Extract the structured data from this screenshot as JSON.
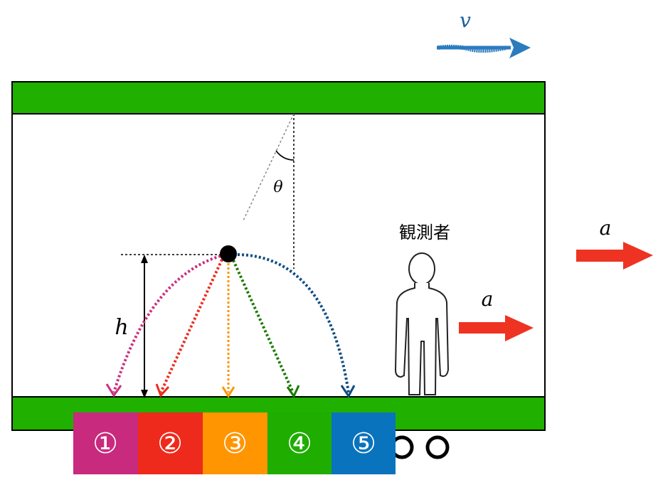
{
  "labels": {
    "velocity": "v",
    "accel_external": "a",
    "accel_internal": "a",
    "angle": "θ",
    "height": "h",
    "observer": "観測者"
  },
  "colors": {
    "rail": "#1fb000",
    "velocity_arrow": "#2b7bbf",
    "accel_arrow": "#ee3322",
    "label_blue": "#1a5f9a",
    "ball": "#000000"
  },
  "choices": [
    {
      "label": "①",
      "color": "#c82a7e"
    },
    {
      "label": "②",
      "color": "#ee2a1c"
    },
    {
      "label": "③",
      "color": "#ff9500"
    },
    {
      "label": "④",
      "color": "#1fad00"
    },
    {
      "label": "⑤",
      "color": "#0a73bd"
    }
  ],
  "trajectories": [
    {
      "id": "1",
      "color": "#cc2f7f"
    },
    {
      "id": "2",
      "color": "#ee2a1c"
    },
    {
      "id": "3",
      "color": "#ff9500"
    },
    {
      "id": "4",
      "color": "#1a7a00"
    },
    {
      "id": "5",
      "color": "#0e4d80"
    }
  ]
}
